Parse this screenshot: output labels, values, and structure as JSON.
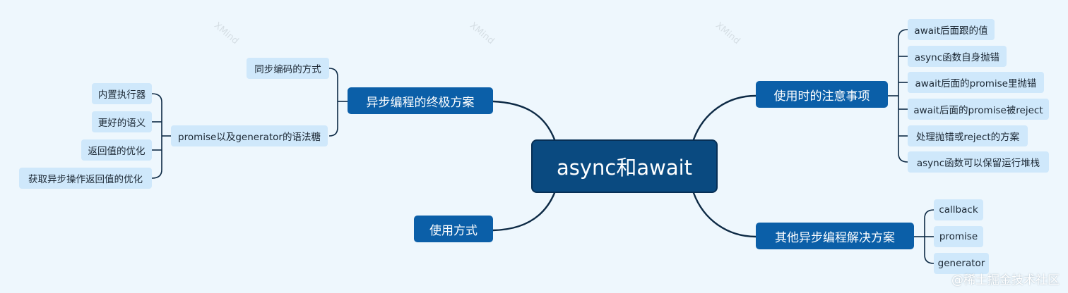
{
  "root": "async和await",
  "branches": {
    "ultimate_solution": {
      "label": "异步编程的终极方案",
      "children": {
        "sync_style": "同步编码的方式",
        "syntax_sugar": {
          "label": "promise以及generator的语法糖",
          "children": [
            "内置执行器",
            "更好的语义",
            "返回值的优化",
            "获取异步操作返回值的优化"
          ]
        }
      }
    },
    "usage": {
      "label": "使用方式"
    },
    "notes": {
      "label": "使用时的注意事项",
      "children": [
        "await后面跟的值",
        "async函数自身抛错",
        "await后面的promise里抛错",
        "await后面的promise被reject",
        "处理抛错或reject的方案",
        "async函数可以保留运行堆栈"
      ]
    },
    "other_solutions": {
      "label": "其他异步编程解决方案",
      "children": [
        "callback",
        "promise",
        "generator"
      ]
    }
  },
  "watermark_text": "XMind",
  "brand_text": "@稀土掘金技术社区",
  "colors": {
    "background": "#eef7fd",
    "root": "#0a4a80",
    "main_topic": "#0b5fa8",
    "subtopic": "#cfe8fb",
    "line": "#0d2a45"
  }
}
